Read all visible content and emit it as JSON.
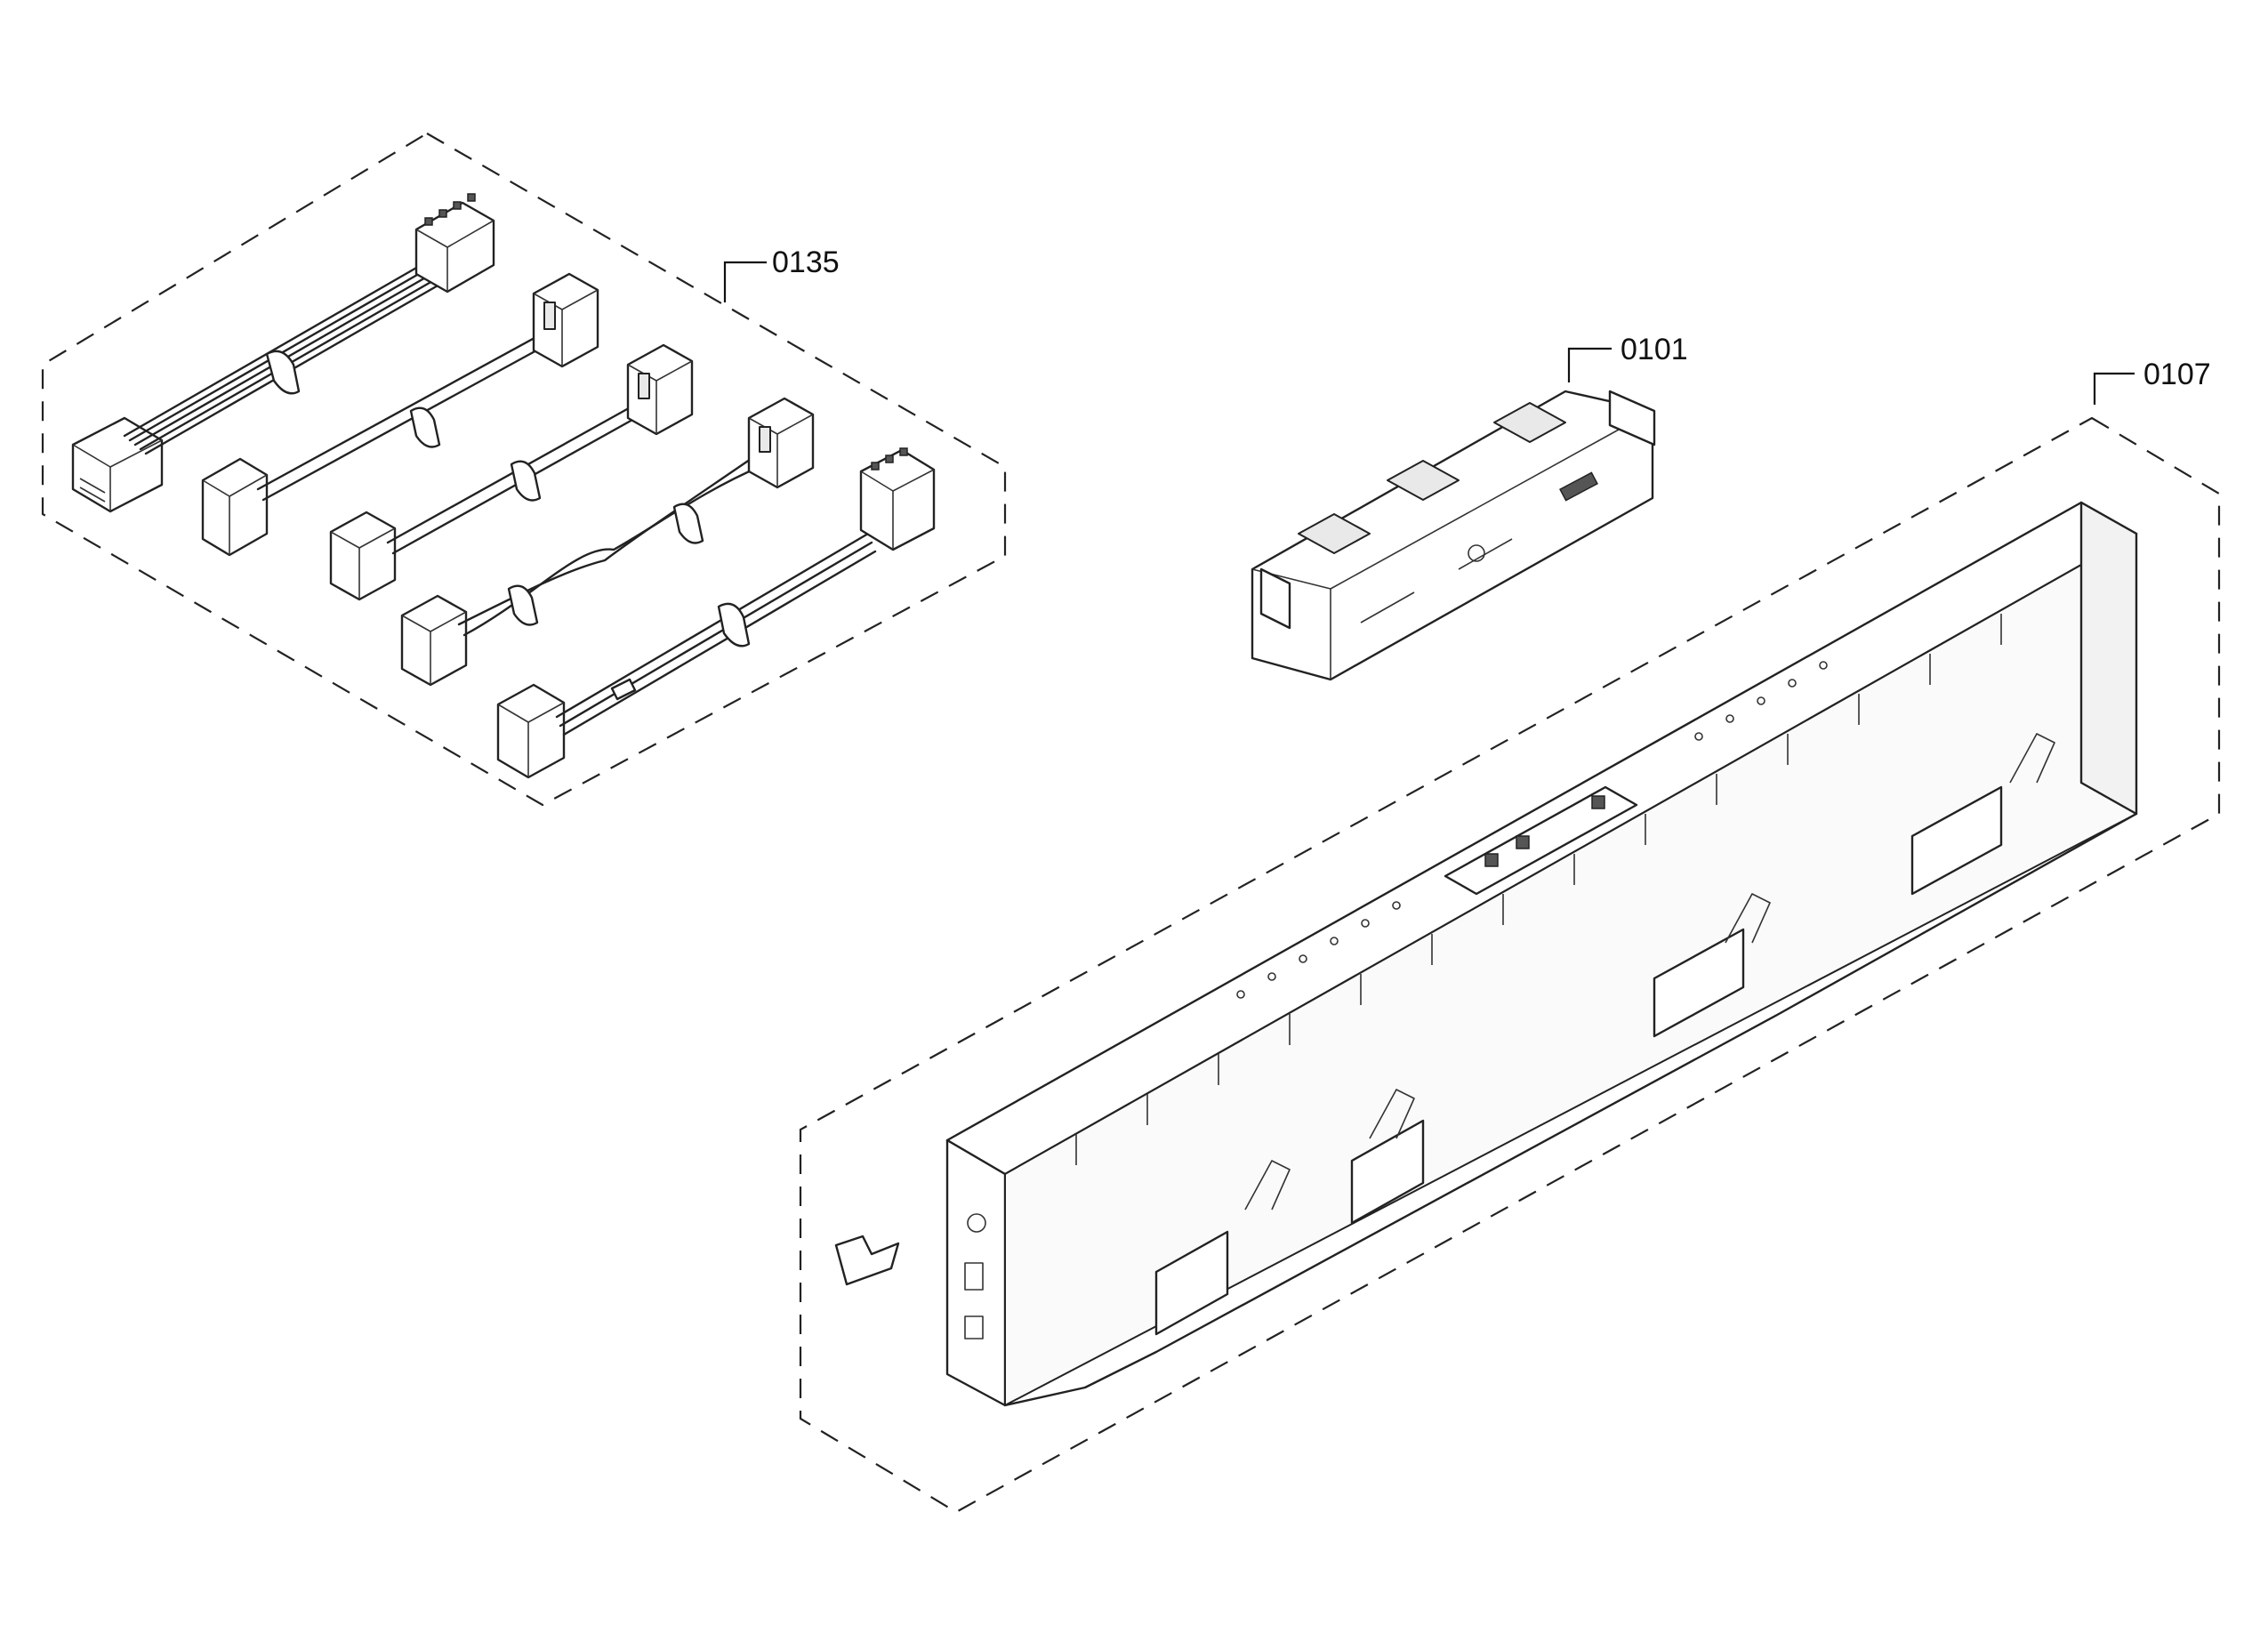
{
  "callouts": {
    "harness": "0135",
    "module": "0101",
    "panel": "0107"
  }
}
